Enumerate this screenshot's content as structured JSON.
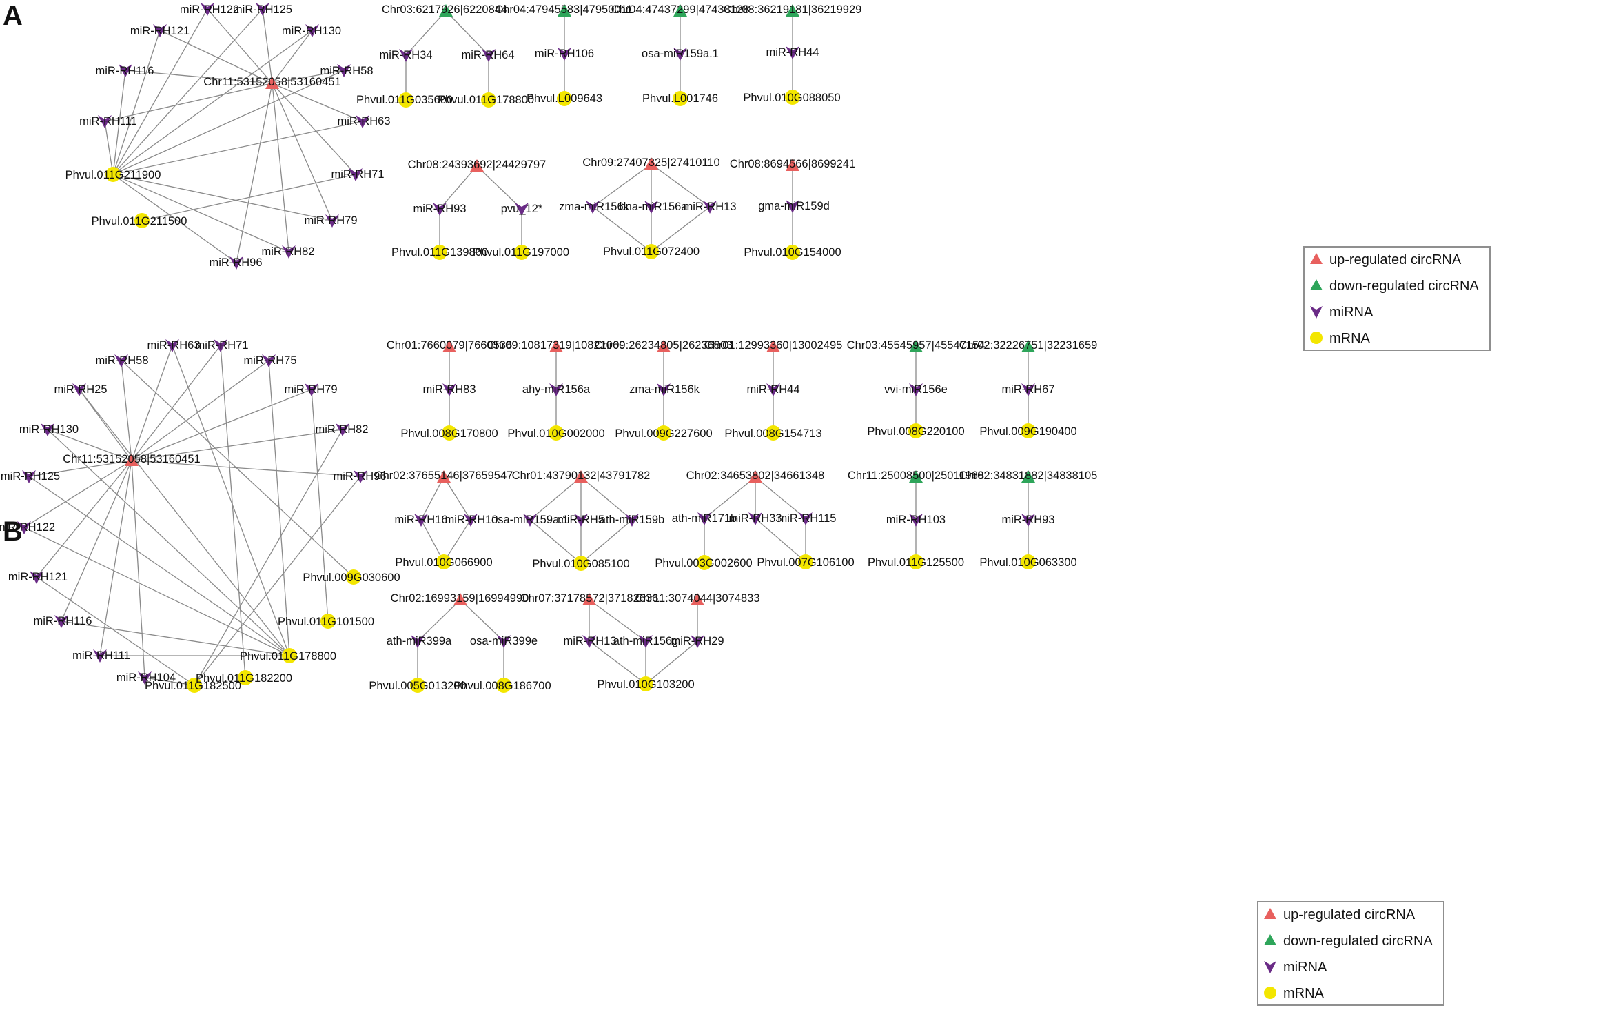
{
  "colors": {
    "up": "#e8605e",
    "down": "#2ea55a",
    "mirna": "#6a2b86",
    "mrna": "#f3e600",
    "edge": "#8a8a8a"
  },
  "legend": {
    "up": "up-regulated circRNA",
    "down": "down-regulated circRNA",
    "mirna": "miRNA",
    "mrna": "mRNA"
  },
  "panels": [
    {
      "id": "A",
      "label": "A",
      "nodes": [
        {
          "id": "a_c1",
          "type": "up",
          "label": "Chr11:53152058|53160451"
        },
        {
          "id": "a_122",
          "type": "mirna",
          "label": "miR-RH122"
        },
        {
          "id": "a_125",
          "type": "mirna",
          "label": "miR-RH125"
        },
        {
          "id": "a_121",
          "type": "mirna",
          "label": "miR-RH121"
        },
        {
          "id": "a_130",
          "type": "mirna",
          "label": "miR-RH130"
        },
        {
          "id": "a_116",
          "type": "mirna",
          "label": "miR-RH116"
        },
        {
          "id": "a_58",
          "type": "mirna",
          "label": "miR-RH58"
        },
        {
          "id": "a_111",
          "type": "mirna",
          "label": "miR-RH111"
        },
        {
          "id": "a_63",
          "type": "mirna",
          "label": "miR-RH63"
        },
        {
          "id": "a_71",
          "type": "mirna",
          "label": "miR-RH71"
        },
        {
          "id": "a_79",
          "type": "mirna",
          "label": "miR-RH79"
        },
        {
          "id": "a_82",
          "type": "mirna",
          "label": "miR-RH82"
        },
        {
          "id": "a_96",
          "type": "mirna",
          "label": "miR-RH96"
        },
        {
          "id": "a_m1",
          "type": "mrna",
          "label": "Phvul.011G211900"
        },
        {
          "id": "a_m2",
          "type": "mrna",
          "label": "Phvul.011G211500"
        },
        {
          "id": "a_c2",
          "type": "down",
          "label": "Chr03:6217926|6220844"
        },
        {
          "id": "a_34",
          "type": "mirna",
          "label": "miR-RH34"
        },
        {
          "id": "a_64",
          "type": "mirna",
          "label": "miR-RH64"
        },
        {
          "id": "a_m3",
          "type": "mrna",
          "label": "Phvul.011G035600"
        },
        {
          "id": "a_m4",
          "type": "mrna",
          "label": "Phvul.011G178800"
        },
        {
          "id": "a_c3",
          "type": "down",
          "label": "Chr04:47945583|47950011"
        },
        {
          "id": "a_106",
          "type": "mirna",
          "label": "miR-RH106"
        },
        {
          "id": "a_m5",
          "type": "mrna",
          "label": "Phvul.L009643"
        },
        {
          "id": "a_c4",
          "type": "down",
          "label": "Chr04:47437299|47438128"
        },
        {
          "id": "a_osa159",
          "type": "mirna",
          "label": "osa-miR159a.1"
        },
        {
          "id": "a_m6",
          "type": "mrna",
          "label": "Phvul.L001746"
        },
        {
          "id": "a_c5",
          "type": "down",
          "label": "Chr08:36219181|36219929"
        },
        {
          "id": "a_44",
          "type": "mirna",
          "label": "miR-RH44"
        },
        {
          "id": "a_m7",
          "type": "mrna",
          "label": "Phvul.010G088050"
        },
        {
          "id": "a_c6",
          "type": "up",
          "label": "Chr08:24393692|24429797"
        },
        {
          "id": "a_93",
          "type": "mirna",
          "label": "miR-RH93"
        },
        {
          "id": "a_pvu",
          "type": "mirna",
          "label": "pvu_12*"
        },
        {
          "id": "a_m8",
          "type": "mrna",
          "label": "Phvul.011G139800"
        },
        {
          "id": "a_m9",
          "type": "mrna",
          "label": "Phvul.011G197000"
        },
        {
          "id": "a_c7",
          "type": "up",
          "label": "Chr09:27407325|27410110"
        },
        {
          "id": "a_zma",
          "type": "mirna",
          "label": "zma-miR156k"
        },
        {
          "id": "a_bna",
          "type": "mirna",
          "label": "bna-miR156a"
        },
        {
          "id": "a_13",
          "type": "mirna",
          "label": "miR-RH13"
        },
        {
          "id": "a_m10",
          "type": "mrna",
          "label": "Phvul.011G072400"
        },
        {
          "id": "a_c8",
          "type": "up",
          "label": "Chr08:8694566|8699241"
        },
        {
          "id": "a_gma",
          "type": "mirna",
          "label": "gma-miR159d"
        },
        {
          "id": "a_m11",
          "type": "mrna",
          "label": "Phvul.010G154000"
        }
      ],
      "edges": [
        [
          "a_c1",
          "a_122"
        ],
        [
          "a_c1",
          "a_125"
        ],
        [
          "a_c1",
          "a_121"
        ],
        [
          "a_c1",
          "a_130"
        ],
        [
          "a_c1",
          "a_116"
        ],
        [
          "a_c1",
          "a_58"
        ],
        [
          "a_c1",
          "a_111"
        ],
        [
          "a_c1",
          "a_63"
        ],
        [
          "a_c1",
          "a_71"
        ],
        [
          "a_c1",
          "a_79"
        ],
        [
          "a_c1",
          "a_82"
        ],
        [
          "a_c1",
          "a_96"
        ],
        [
          "a_m1",
          "a_122"
        ],
        [
          "a_m1",
          "a_125"
        ],
        [
          "a_m1",
          "a_121"
        ],
        [
          "a_m1",
          "a_130"
        ],
        [
          "a_m1",
          "a_116"
        ],
        [
          "a_m1",
          "a_58"
        ],
        [
          "a_m1",
          "a_111"
        ],
        [
          "a_m1",
          "a_63"
        ],
        [
          "a_m1",
          "a_79"
        ],
        [
          "a_m1",
          "a_82"
        ],
        [
          "a_m1",
          "a_96"
        ],
        [
          "a_m2",
          "a_71"
        ],
        [
          "a_c2",
          "a_34"
        ],
        [
          "a_c2",
          "a_64"
        ],
        [
          "a_34",
          "a_m3"
        ],
        [
          "a_64",
          "a_m4"
        ],
        [
          "a_c3",
          "a_106"
        ],
        [
          "a_106",
          "a_m5"
        ],
        [
          "a_c4",
          "a_osa159"
        ],
        [
          "a_osa159",
          "a_m6"
        ],
        [
          "a_c5",
          "a_44"
        ],
        [
          "a_44",
          "a_m7"
        ],
        [
          "a_c6",
          "a_93"
        ],
        [
          "a_c6",
          "a_pvu"
        ],
        [
          "a_93",
          "a_m8"
        ],
        [
          "a_pvu",
          "a_m9"
        ],
        [
          "a_c7",
          "a_zma"
        ],
        [
          "a_c7",
          "a_bna"
        ],
        [
          "a_c7",
          "a_13"
        ],
        [
          "a_zma",
          "a_m10"
        ],
        [
          "a_bna",
          "a_m10"
        ],
        [
          "a_13",
          "a_m10"
        ],
        [
          "a_c8",
          "a_gma"
        ],
        [
          "a_gma",
          "a_m11"
        ]
      ]
    },
    {
      "id": "B",
      "label": "B",
      "nodes": [
        {
          "id": "b_c1",
          "type": "up",
          "label": "Chr11:53152058|53160451"
        },
        {
          "id": "b_63",
          "type": "mirna",
          "label": "miR-RH63"
        },
        {
          "id": "b_71",
          "type": "mirna",
          "label": "miR-RH71"
        },
        {
          "id": "b_58",
          "type": "mirna",
          "label": "miR-RH58"
        },
        {
          "id": "b_75",
          "type": "mirna",
          "label": "miR-RH75"
        },
        {
          "id": "b_25",
          "type": "mirna",
          "label": "miR-RH25"
        },
        {
          "id": "b_79",
          "type": "mirna",
          "label": "miR-RH79"
        },
        {
          "id": "b_130",
          "type": "mirna",
          "label": "miR-RH130"
        },
        {
          "id": "b_82",
          "type": "mirna",
          "label": "miR-RH82"
        },
        {
          "id": "b_125",
          "type": "mirna",
          "label": "miR-RH125"
        },
        {
          "id": "b_96",
          "type": "mirna",
          "label": "miR-RH96"
        },
        {
          "id": "b_122",
          "type": "mirna",
          "label": "miR-RH122"
        },
        {
          "id": "b_121",
          "type": "mirna",
          "label": "miR-RH121"
        },
        {
          "id": "b_116",
          "type": "mirna",
          "label": "miR-RH116"
        },
        {
          "id": "b_111",
          "type": "mirna",
          "label": "miR-RH111"
        },
        {
          "id": "b_104",
          "type": "mirna",
          "label": "miR-RH104"
        },
        {
          "id": "b_m1",
          "type": "mrna",
          "label": "Phvul.009G030600"
        },
        {
          "id": "b_m2",
          "type": "mrna",
          "label": "Phvul.011G101500"
        },
        {
          "id": "b_m3",
          "type": "mrna",
          "label": "Phvul.011G178800"
        },
        {
          "id": "b_m4",
          "type": "mrna",
          "label": "Phvul.011G182200"
        },
        {
          "id": "b_m5",
          "type": "mrna",
          "label": "Phvul.011G182500"
        },
        {
          "id": "b_c2",
          "type": "up",
          "label": "Chr01:7660079|7660536"
        },
        {
          "id": "b_83",
          "type": "mirna",
          "label": "miR-RH83"
        },
        {
          "id": "b_m6",
          "type": "mrna",
          "label": "Phvul.008G170800"
        },
        {
          "id": "b_c3",
          "type": "up",
          "label": "Chr09:10817319|10821060"
        },
        {
          "id": "b_ahy",
          "type": "mirna",
          "label": "ahy-miR156a"
        },
        {
          "id": "b_m7",
          "type": "mrna",
          "label": "Phvul.010G002000"
        },
        {
          "id": "b_c4",
          "type": "up",
          "label": "Chr09:26234805|26236803"
        },
        {
          "id": "b_zma",
          "type": "mirna",
          "label": "zma-miR156k"
        },
        {
          "id": "b_m8",
          "type": "mrna",
          "label": "Phvul.009G227600"
        },
        {
          "id": "b_c5",
          "type": "up",
          "label": "Chr01:12993360|13002495"
        },
        {
          "id": "b_44",
          "type": "mirna",
          "label": "miR-RH44"
        },
        {
          "id": "b_m9",
          "type": "mrna",
          "label": "Phvul.008G154713"
        },
        {
          "id": "b_c6",
          "type": "down",
          "label": "Chr03:45545957|45547154"
        },
        {
          "id": "b_vvi",
          "type": "mirna",
          "label": "vvi-miR156e"
        },
        {
          "id": "b_m10",
          "type": "mrna",
          "label": "Phvul.008G220100"
        },
        {
          "id": "b_c7",
          "type": "down",
          "label": "Chr02:32226751|32231659"
        },
        {
          "id": "b_67",
          "type": "mirna",
          "label": "miR-RH67"
        },
        {
          "id": "b_m11",
          "type": "mrna",
          "label": "Phvul.009G190400"
        },
        {
          "id": "b_c8",
          "type": "up",
          "label": "Chr02:37655146|37659547"
        },
        {
          "id": "b_16",
          "type": "mirna",
          "label": "miR-RH16"
        },
        {
          "id": "b_10",
          "type": "mirna",
          "label": "miR-RH10"
        },
        {
          "id": "b_m12",
          "type": "mrna",
          "label": "Phvul.010G066900"
        },
        {
          "id": "b_c9",
          "type": "up",
          "label": "Chr01:43790132|43791782"
        },
        {
          "id": "b_osa159",
          "type": "mirna",
          "label": "osa-miR159a.1"
        },
        {
          "id": "b_5",
          "type": "mirna",
          "label": "miR-RH5"
        },
        {
          "id": "b_ath159",
          "type": "mirna",
          "label": "ath-miR159b"
        },
        {
          "id": "b_m13",
          "type": "mrna",
          "label": "Phvul.010G085100"
        },
        {
          "id": "b_c10",
          "type": "up",
          "label": "Chr02:34653802|34661348"
        },
        {
          "id": "b_ath171",
          "type": "mirna",
          "label": "ath-miR171b"
        },
        {
          "id": "b_33",
          "type": "mirna",
          "label": "miR-RH33"
        },
        {
          "id": "b_115",
          "type": "mirna",
          "label": "miR-RH115"
        },
        {
          "id": "b_m14",
          "type": "mrna",
          "label": "Phvul.003G002600"
        },
        {
          "id": "b_m15",
          "type": "mrna",
          "label": "Phvul.007G106100"
        },
        {
          "id": "b_c11",
          "type": "down",
          "label": "Chr11:25008500|25011968"
        },
        {
          "id": "b_103",
          "type": "mirna",
          "label": "miR-RH103"
        },
        {
          "id": "b_m16",
          "type": "mrna",
          "label": "Phvul.011G125500"
        },
        {
          "id": "b_c12",
          "type": "down",
          "label": "Chr02:34831882|34838105"
        },
        {
          "id": "b_93",
          "type": "mirna",
          "label": "miR-RH93"
        },
        {
          "id": "b_m17",
          "type": "mrna",
          "label": "Phvul.010G063300"
        },
        {
          "id": "b_c13",
          "type": "up",
          "label": "Chr02:16993159|16994990"
        },
        {
          "id": "b_ath399",
          "type": "mirna",
          "label": "ath-miR399a"
        },
        {
          "id": "b_osa399",
          "type": "mirna",
          "label": "osa-miR399e"
        },
        {
          "id": "b_m18",
          "type": "mrna",
          "label": "Phvul.005G013200"
        },
        {
          "id": "b_m19",
          "type": "mrna",
          "label": "Phvul.008G186700"
        },
        {
          "id": "b_c14",
          "type": "up",
          "label": "Chr07:37178572|37182636"
        },
        {
          "id": "b_13",
          "type": "mirna",
          "label": "miR-RH13"
        },
        {
          "id": "b_ath156",
          "type": "mirna",
          "label": "ath-miR156g"
        },
        {
          "id": "b_c15",
          "type": "up",
          "label": "Chr11:3074044|3074833"
        },
        {
          "id": "b_29",
          "type": "mirna",
          "label": "miR-RH29"
        },
        {
          "id": "b_m20",
          "type": "mrna",
          "label": "Phvul.010G103200"
        }
      ],
      "edges": [
        [
          "b_c1",
          "b_63"
        ],
        [
          "b_c1",
          "b_71"
        ],
        [
          "b_c1",
          "b_58"
        ],
        [
          "b_c1",
          "b_75"
        ],
        [
          "b_c1",
          "b_25"
        ],
        [
          "b_c1",
          "b_79"
        ],
        [
          "b_c1",
          "b_130"
        ],
        [
          "b_c1",
          "b_82"
        ],
        [
          "b_c1",
          "b_125"
        ],
        [
          "b_c1",
          "b_96"
        ],
        [
          "b_c1",
          "b_122"
        ],
        [
          "b_c1",
          "b_121"
        ],
        [
          "b_c1",
          "b_116"
        ],
        [
          "b_c1",
          "b_111"
        ],
        [
          "b_c1",
          "b_104"
        ],
        [
          "b_m3",
          "b_63"
        ],
        [
          "b_m3",
          "b_25"
        ],
        [
          "b_m3",
          "b_130"
        ],
        [
          "b_m3",
          "b_125"
        ],
        [
          "b_m3",
          "b_122"
        ],
        [
          "b_m3",
          "b_116"
        ],
        [
          "b_m3",
          "b_111"
        ],
        [
          "b_m3",
          "b_75"
        ],
        [
          "b_m4",
          "b_71"
        ],
        [
          "b_m1",
          "b_58"
        ],
        [
          "b_m2",
          "b_79"
        ],
        [
          "b_m5",
          "b_82"
        ],
        [
          "b_m5",
          "b_121"
        ],
        [
          "b_m5",
          "b_96"
        ],
        [
          "b_m5",
          "b_104"
        ],
        [
          "b_c2",
          "b_83"
        ],
        [
          "b_83",
          "b_m6"
        ],
        [
          "b_c3",
          "b_ahy"
        ],
        [
          "b_ahy",
          "b_m7"
        ],
        [
          "b_c4",
          "b_zma"
        ],
        [
          "b_zma",
          "b_m8"
        ],
        [
          "b_c5",
          "b_44"
        ],
        [
          "b_44",
          "b_m9"
        ],
        [
          "b_c6",
          "b_vvi"
        ],
        [
          "b_vvi",
          "b_m10"
        ],
        [
          "b_c7",
          "b_67"
        ],
        [
          "b_67",
          "b_m11"
        ],
        [
          "b_c8",
          "b_16"
        ],
        [
          "b_c8",
          "b_10"
        ],
        [
          "b_16",
          "b_m12"
        ],
        [
          "b_10",
          "b_m12"
        ],
        [
          "b_c9",
          "b_osa159"
        ],
        [
          "b_c9",
          "b_5"
        ],
        [
          "b_c9",
          "b_ath159"
        ],
        [
          "b_osa159",
          "b_m13"
        ],
        [
          "b_5",
          "b_m13"
        ],
        [
          "b_ath159",
          "b_m13"
        ],
        [
          "b_c10",
          "b_ath171"
        ],
        [
          "b_c10",
          "b_33"
        ],
        [
          "b_c10",
          "b_115"
        ],
        [
          "b_ath171",
          "b_m14"
        ],
        [
          "b_33",
          "b_m15"
        ],
        [
          "b_115",
          "b_m15"
        ],
        [
          "b_c11",
          "b_103"
        ],
        [
          "b_103",
          "b_m16"
        ],
        [
          "b_c12",
          "b_93"
        ],
        [
          "b_93",
          "b_m17"
        ],
        [
          "b_c13",
          "b_ath399"
        ],
        [
          "b_c13",
          "b_osa399"
        ],
        [
          "b_ath399",
          "b_m18"
        ],
        [
          "b_osa399",
          "b_m19"
        ],
        [
          "b_c14",
          "b_13"
        ],
        [
          "b_c14",
          "b_ath156"
        ],
        [
          "b_c15",
          "b_29"
        ],
        [
          "b_13",
          "b_m20"
        ],
        [
          "b_ath156",
          "b_m20"
        ],
        [
          "b_29",
          "b_m20"
        ]
      ]
    }
  ]
}
